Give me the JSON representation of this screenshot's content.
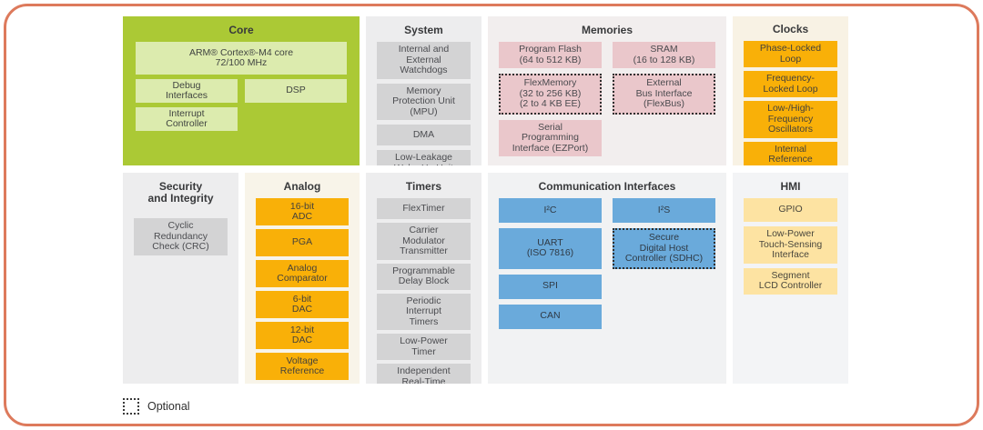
{
  "frame": {
    "border_color": "#dd7a5c"
  },
  "colors": {
    "core_bg": "#abc935",
    "core_block": "#dcebae",
    "gray_section_bg": "#ededee",
    "gray_block": "#d3d3d4",
    "memories_bg": "#f2eeee",
    "memory_block": "#eac7cb",
    "clocks_bg": "#f8f2e4",
    "orange_block": "#f9b008",
    "comm_bg": "#f1f2f3",
    "comm_block": "#6aaadb",
    "hmi_bg": "#f3f4f6",
    "hmi_block": "#fde3a2",
    "analog_bg": "#f8f4e9"
  },
  "sections": {
    "core": {
      "title": "Core",
      "blocks": {
        "arm": "ARM® Cortex®-M4 core\n72/100 MHz",
        "debug": "Debug\nInterfaces",
        "dsp": "DSP",
        "interrupt": "Interrupt\nController"
      }
    },
    "system": {
      "title": "System",
      "blocks": [
        "Internal and\nExternal\nWatchdogs",
        "Memory\nProtection Unit\n(MPU)",
        "DMA",
        "Low-Leakage\nWake-Up Unit"
      ]
    },
    "memories": {
      "title": "Memories",
      "blocks": [
        {
          "label": "Program Flash\n(64 to 512 KB)",
          "optional": false
        },
        {
          "label": "SRAM\n(16 to 128 KB)",
          "optional": false
        },
        {
          "label": "FlexMemory\n(32 to 256 KB)\n(2 to 4 KB EE)",
          "optional": true
        },
        {
          "label": "External\nBus Interface\n(FlexBus)",
          "optional": true
        },
        {
          "label": "Serial\nProgramming\nInterface (EZPort)",
          "optional": false
        }
      ]
    },
    "clocks": {
      "title": "Clocks",
      "blocks": [
        "Phase-Locked\nLoop",
        "Frequency-\nLocked Loop",
        "Low-/High-\nFrequency\nOscillators",
        "Internal\nReference\nClocks"
      ]
    },
    "security": {
      "title": "Security\nand Integrity",
      "blocks": [
        "Cyclic\nRedundancy\nCheck (CRC)"
      ]
    },
    "analog": {
      "title": "Analog",
      "blocks": [
        "16-bit\nADC",
        "PGA",
        "Analog\nComparator",
        "6-bit\nDAC",
        "12-bit\nDAC",
        "Voltage\nReference"
      ]
    },
    "timers": {
      "title": "Timers",
      "blocks": [
        "FlexTimer",
        "Carrier\nModulator\nTransmitter",
        "Programmable\nDelay Block",
        "Periodic\nInterrupt\nTimers",
        "Low-Power\nTimer",
        "Independent\nReal-Time\nClock (RTC)"
      ]
    },
    "comm": {
      "title": "Communication Interfaces",
      "blocks": [
        {
          "label": "I²C",
          "optional": false
        },
        {
          "label": "I²S",
          "optional": false
        },
        {
          "label": "UART\n(ISO 7816)",
          "optional": false
        },
        {
          "label": "Secure\nDigital Host\nController (SDHC)",
          "optional": true
        },
        {
          "label": "SPI",
          "optional": false
        },
        {
          "label": "CAN",
          "optional": false
        }
      ]
    },
    "hmi": {
      "title": "HMI",
      "blocks": [
        "GPIO",
        "Low-Power\nTouch-Sensing\nInterface",
        "Segment\nLCD Controller"
      ]
    }
  },
  "legend": {
    "label": "Optional"
  }
}
